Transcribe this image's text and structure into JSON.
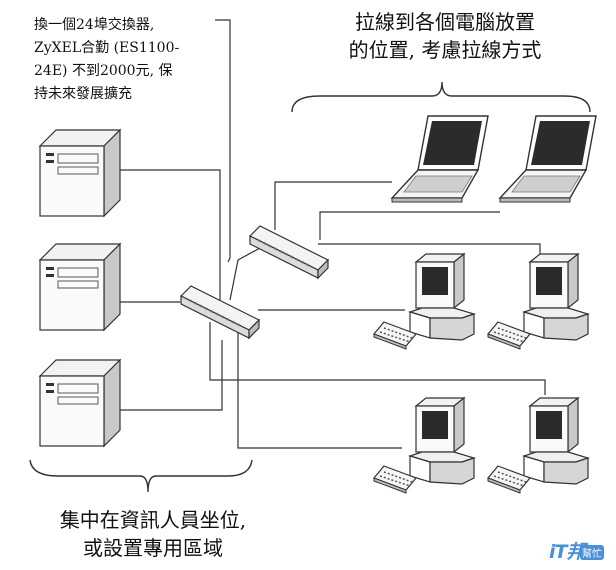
{
  "note": {
    "lines": [
      "換一個24埠交換器,",
      "ZyXEL合勤 (ES1100-",
      "24E) 不到2000元, 保",
      "持未來發展擴充"
    ]
  },
  "top_caption": {
    "lines": [
      "拉線到各個電腦放置",
      "的位置, 考慮拉線方式"
    ]
  },
  "bottom_caption": {
    "lines": [
      "集中在資訊人員坐位,",
      "或設置專用區域"
    ]
  },
  "watermark": {
    "main": "iT邦",
    "sub": "幫忙"
  },
  "icons": {
    "server": "server-tower-icon",
    "switch": "network-switch-icon",
    "laptop": "laptop-icon",
    "desktop": "desktop-computer-icon"
  },
  "colors": {
    "line": "#333333",
    "device_face": "#ffffff",
    "device_shade": "#d8d8d8",
    "screen": "#222222",
    "watermark": "#4a90d9"
  }
}
